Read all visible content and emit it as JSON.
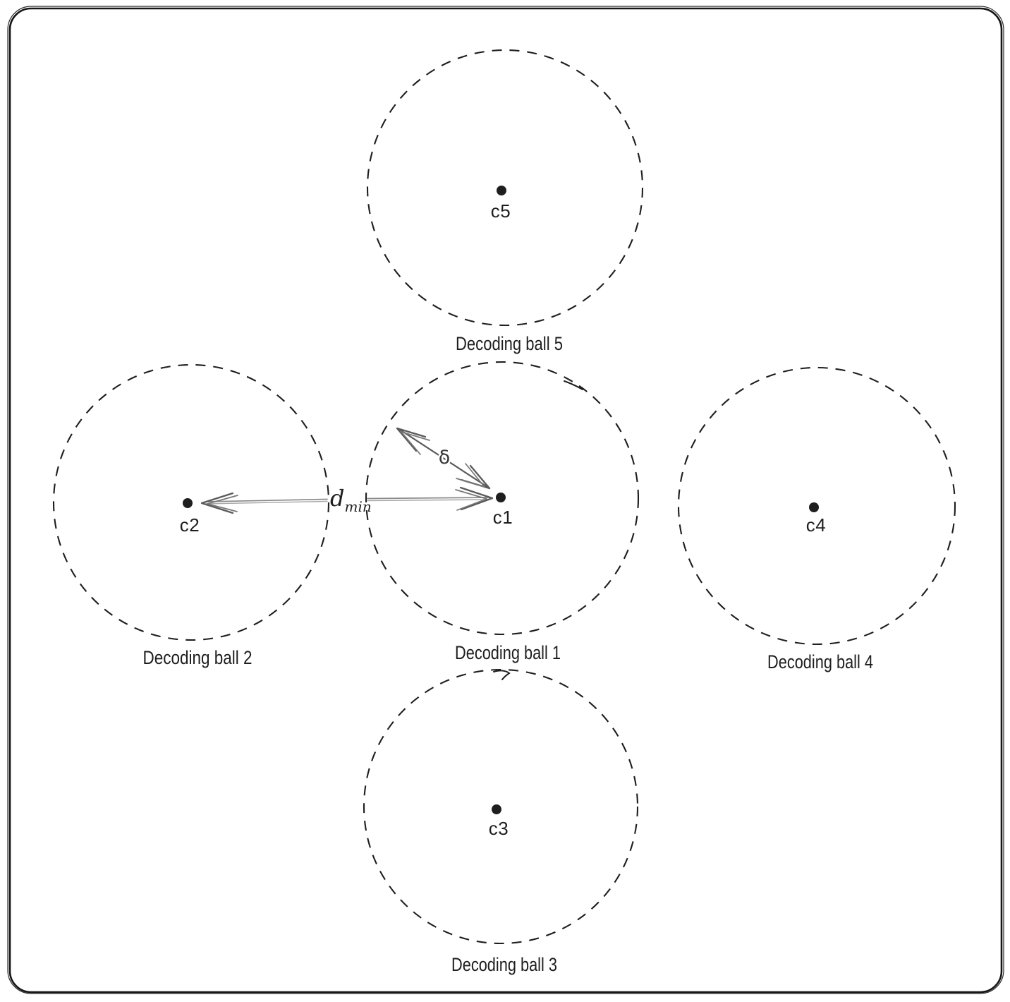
{
  "diagram_type": "hand-drawn sketch of codeword decoding balls",
  "colors": {
    "background": "#ffffff",
    "ink": "#1e1e1e",
    "arrow_shaft": "#8a8a8a",
    "arrow_head": "#5a5a5a"
  },
  "balls": [
    {
      "center_label": "c1",
      "caption": "Decoding ball 1"
    },
    {
      "center_label": "c2",
      "caption": "Decoding ball 2"
    },
    {
      "center_label": "c3",
      "caption": "Decoding ball 3"
    },
    {
      "center_label": "c4",
      "caption": "Decoding ball 4"
    },
    {
      "center_label": "c5",
      "caption": "Decoding ball 5"
    }
  ],
  "annotations": {
    "dmin": {
      "symbol": "d",
      "subscript": "min"
    },
    "delta": {
      "symbol": "δ"
    }
  }
}
